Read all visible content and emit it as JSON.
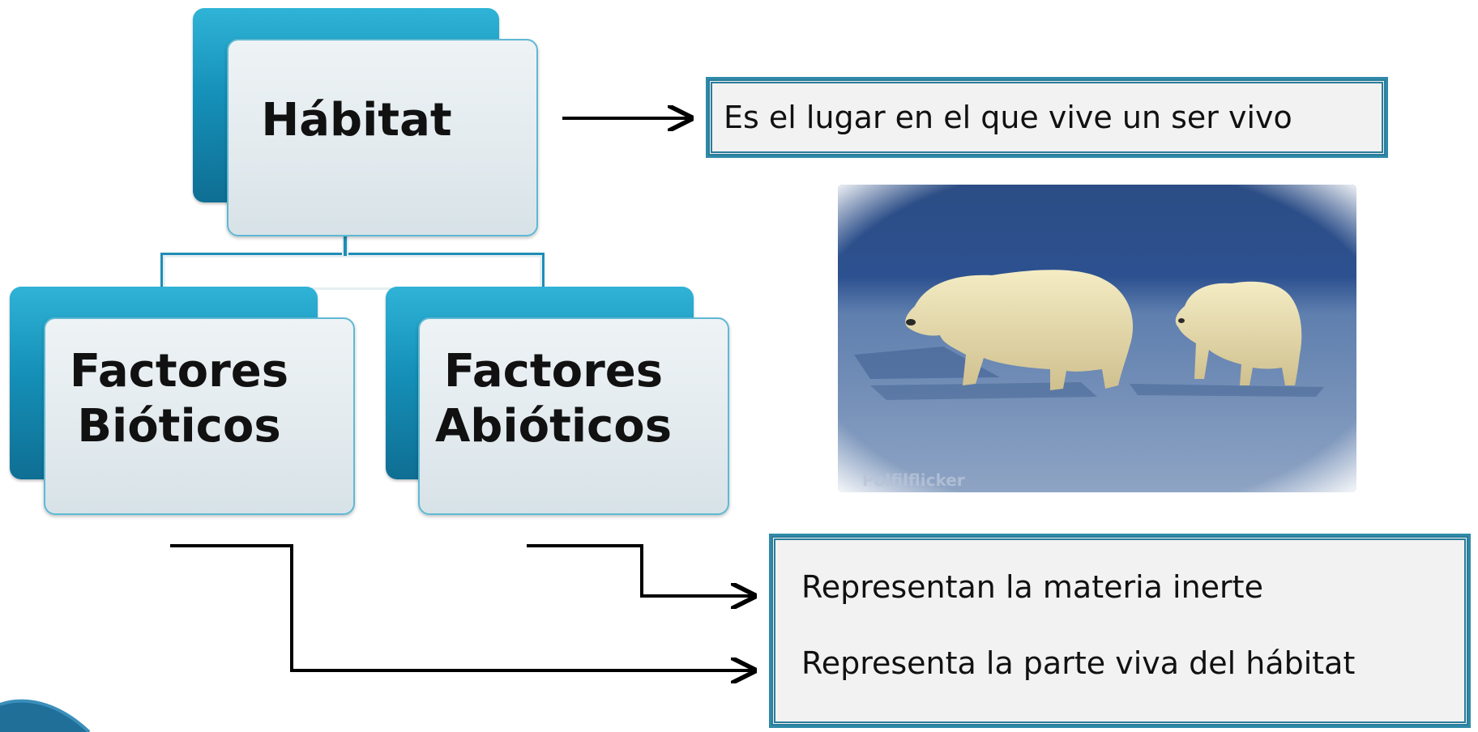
{
  "nodes": {
    "habitat": "Hábitat",
    "bioticos": {
      "line1": "Factores",
      "line2": "Bióticos"
    },
    "abioticos": {
      "line1": "Factores",
      "line2": "Abióticos"
    }
  },
  "definitions": {
    "habitat": "Es el lugar en el que vive un ser vivo",
    "abioticos": "Representan la materia inerte",
    "bioticos": "Representa la parte viva del hábitat"
  },
  "photo": {
    "subject": "polar bears on ice",
    "watermark": "Polfilflicker"
  },
  "colors": {
    "accent": "#1590b8",
    "node_fill": "#e2eaee",
    "box_border": "#2a7d9a"
  }
}
